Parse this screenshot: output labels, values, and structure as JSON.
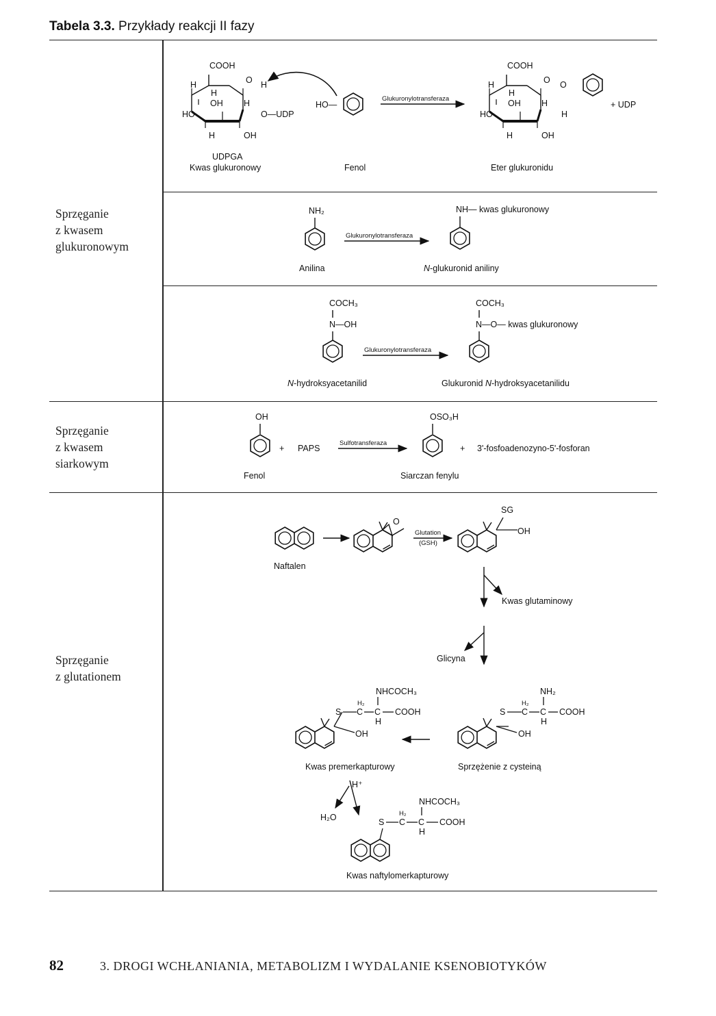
{
  "title": {
    "label": "Tabela 3.3.",
    "text": "Przykłady reakcji II fazy"
  },
  "rows": [
    {
      "label_lines": [
        "Sprzęganie",
        "z kwasem",
        "glukuronowym"
      ]
    },
    {
      "label_lines": [
        "Sprzęganie",
        "z kwasem",
        "siarkowym"
      ]
    },
    {
      "label_lines": [
        "Sprzęganie",
        "z glutationem"
      ]
    }
  ],
  "r1": {
    "cooh": "COOH",
    "o": "O",
    "h": "H",
    "oh": "OH",
    "ho": "HO",
    "oudp": "O—UDP",
    "phenol_ho": "HO—",
    "enzyme": "Glukuronylotransferaza",
    "plus_udp": "+ UDP",
    "udpga": "UDPGA",
    "kwas": "Kwas glukuronowy",
    "fenol": "Fenol",
    "eter": "Eter glukuronidu"
  },
  "r2": {
    "nh2": "NH₂",
    "nh_prod": "NH— kwas glukuronowy",
    "enzyme": "Glukuronylotransferaza",
    "anilina": "Anilina",
    "nglu_prefix": "N",
    "nglu_rest": "-glukuronid aniliny"
  },
  "r3": {
    "coch3": "COCH₃",
    "noh": "N—OH",
    "no_prod": "N—O— kwas glukuronowy",
    "enzyme": "Glukuronylotransferaza",
    "left_prefix": "N",
    "left_rest": "-hydroksyacetanilid",
    "right_a": "Glukuronid ",
    "right_prefix": "N",
    "right_rest": "-hydroksyacetanilidu"
  },
  "r4": {
    "oh": "OH",
    "oso3h": "OSO₃H",
    "plus": "+",
    "paps": "PAPS",
    "enzyme": "Sulfotransferaza",
    "plus2": "+",
    "byproduct": "3'-fosfoadenozyno-5'-fosforan",
    "fenol": "Fenol",
    "siarczan": "Siarczan fenylu"
  },
  "r5": {
    "naftalen": "Naftalen",
    "o": "O",
    "glutation": "Glutation",
    "gsh": "(GSH)",
    "sg": "SG",
    "oh": "OH",
    "kwas_glut": "Kwas glutaminowy",
    "glicyna": "Glicyna",
    "nhcoch3": "NHCOCH₃",
    "nh2": "NH₂",
    "h2": "H₂",
    "h": "H",
    "s": "S",
    "c": "C",
    "cooh": "COOH",
    "premerk": "Kwas premerkapturowy",
    "cyst": "Sprzężenie z cysteiną",
    "hplus": "H⁺",
    "h2o": "H₂O",
    "naftylo": "Kwas naftylomerkapturowy"
  },
  "footer": {
    "page": "82",
    "chapter": "3. DROGI WCHŁANIANIA, METABOLIZM I WYDALANIE KSENOBIOTYKÓW"
  }
}
